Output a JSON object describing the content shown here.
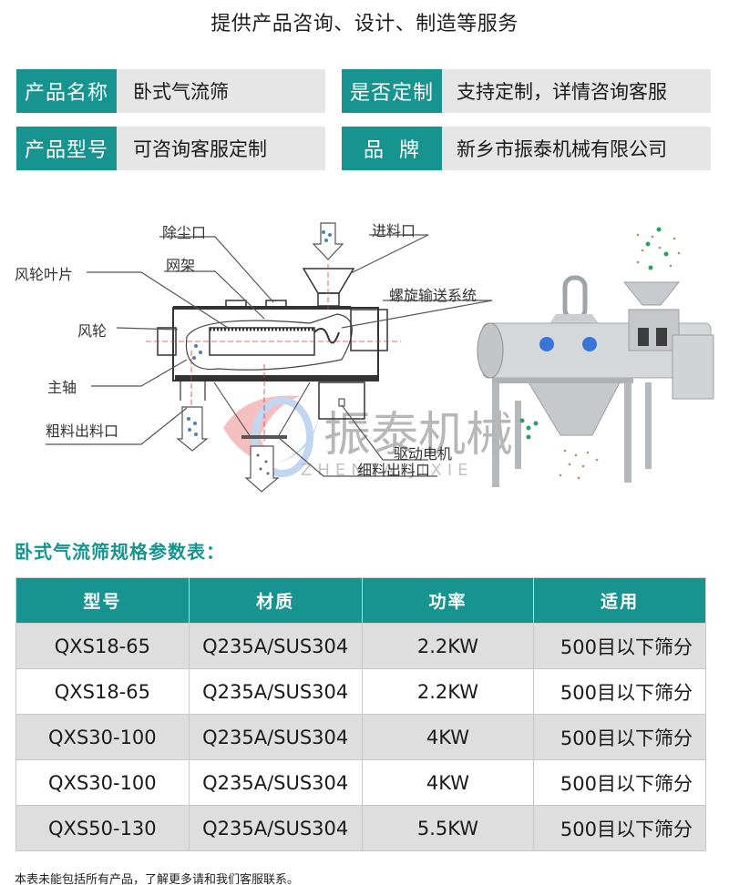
{
  "header": {
    "title": "提供产品咨询、设计、制造等服务"
  },
  "product_info": {
    "rows": [
      {
        "left_label": "产品名称",
        "left_value": "卧式气流筛",
        "right_label": "是否定制",
        "right_value": "支持定制，详情咨询客服"
      },
      {
        "left_label": "产品型号",
        "left_value": "可咨询客服定制",
        "right_label": "品  牌",
        "right_value": "新乡市振泰机械有限公司"
      }
    ]
  },
  "diagram": {
    "callouts": {
      "dust_outlet": "除尘口",
      "screen_frame": "网架",
      "fan_blade": "风轮叶片",
      "fan_wheel": "风轮",
      "main_shaft": "主轴",
      "coarse_outlet": "粗料出料口",
      "feed_inlet": "进料口",
      "screw_conveyor": "螺旋输送系统",
      "drive_motor": "驱动电机",
      "fine_outlet": "细料出料口"
    },
    "watermark": {
      "cn": "振泰机械",
      "en": "ZHENTAIJIXIE"
    }
  },
  "spec_table": {
    "title": "卧式气流筛规格参数表：",
    "columns": [
      "型号",
      "材质",
      "功率",
      "适用"
    ],
    "rows": [
      [
        "QXS18-65",
        "Q235A/SUS304",
        "2.2KW",
        "500目以下筛分"
      ],
      [
        "QXS18-65",
        "Q235A/SUS304",
        "2.2KW",
        "500目以下筛分"
      ],
      [
        "QXS30-100",
        "Q235A/SUS304",
        "4KW",
        "500目以下筛分"
      ],
      [
        "QXS30-100",
        "Q235A/SUS304",
        "4KW",
        "500目以下筛分"
      ],
      [
        "QXS50-130",
        "Q235A/SUS304",
        "5.5KW",
        "500目以下筛分"
      ]
    ]
  },
  "footnote": "本表未能包括所有产品，了解更多请和我们客服联系。",
  "colors": {
    "accent_teal": "#17948f",
    "label_bg": "#e6e6e6",
    "row_gray": "#dedede",
    "row_white": "#ffffff"
  }
}
